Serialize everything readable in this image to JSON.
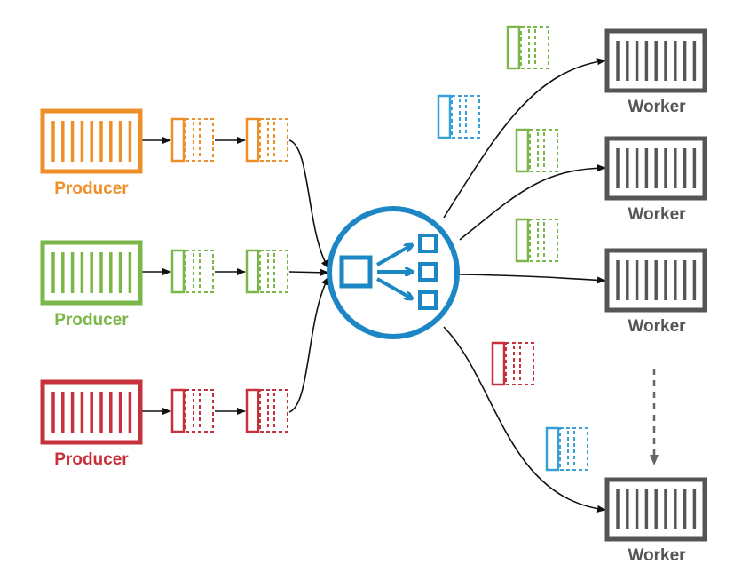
{
  "colors": {
    "orange": "#ef8f2a",
    "green": "#7ab648",
    "red": "#c7313b",
    "blue": "#1c87c4",
    "msg_blue": "#3aa0d8",
    "gray": "#555555",
    "arrow": "#111111"
  },
  "producers": [
    {
      "label": "Producer",
      "color": "orange"
    },
    {
      "label": "Producer",
      "color": "green"
    },
    {
      "label": "Producer",
      "color": "red"
    }
  ],
  "workers": [
    {
      "label": "Worker"
    },
    {
      "label": "Worker"
    },
    {
      "label": "Worker"
    },
    {
      "label": "Worker"
    }
  ],
  "hub": {
    "icon": "load-balancer-icon"
  },
  "outgoing_messages": [
    "green",
    "blue",
    "green",
    "green",
    "red",
    "blue"
  ]
}
